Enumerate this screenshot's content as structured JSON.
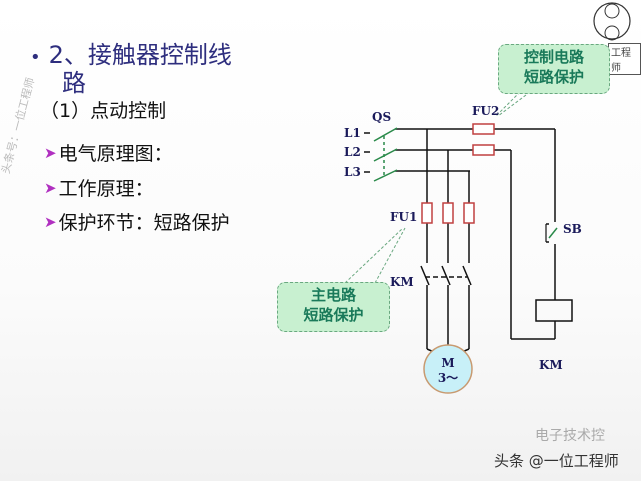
{
  "slide": {
    "title_line1": "2、接触器控制线",
    "title_line2": "路",
    "subtitle": "（1）点动控制",
    "bullets": [
      "电气原理图：",
      "工作原理：",
      "保护环节：短路保护"
    ]
  },
  "diagram": {
    "labels": {
      "qs": "QS",
      "l1": "L1",
      "l2": "L2",
      "l3": "L3",
      "fu1": "FU1",
      "fu2": "FU2",
      "sb": "SB",
      "km_contacts": "KM",
      "km_coil": "KM",
      "motor_line1": "M",
      "motor_line2": "3～"
    },
    "callouts": {
      "control": [
        "控制电路",
        "短路保护"
      ],
      "main": [
        "主电路",
        "短路保护"
      ]
    }
  },
  "watermarks": {
    "side": "头条号：一位工程师",
    "logo_text": "工程师",
    "footer": "头条 @一位工程师",
    "footer_faded": "电子技术控"
  },
  "colors": {
    "title": "#2e2e7e",
    "fuse": "#c04040",
    "callout_bg": "#c8f0d0",
    "motor_bg": "#c8f0f8"
  }
}
